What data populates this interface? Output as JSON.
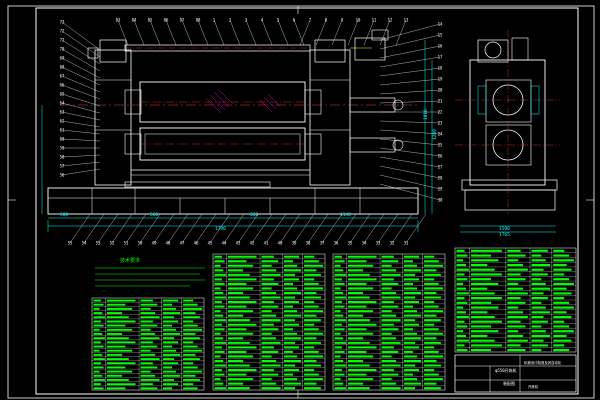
{
  "drawing": {
    "colors": {
      "background": "#000000",
      "frame": "#ffffff",
      "primary_lines": "#ffffff",
      "dimension_lines": "#00ffff",
      "table_text": "#00ff00",
      "leader_lines": "#ffffff",
      "hatch": "#ff00ff",
      "centerline": "#ff3333",
      "accent_yellow": "#ffff00"
    },
    "labels": {
      "notes_heading": "技术要求",
      "dim_overall_width": "1790",
      "dim_right_1": "1010",
      "dim_right_2": "1200",
      "dim_base_left": "500",
      "dim_base_mid": "560",
      "dim_mid_a": "660",
      "dim_mid_b": "1140",
      "dim_side_a": "1590",
      "dim_side_b": "1765",
      "drawing_name": "开炼机",
      "title_block_main": "φ550开炼机",
      "company": "机械设计制造及其自动化",
      "sheet_label": "装配图"
    },
    "balloons_left": [
      "73",
      "72",
      "71",
      "70",
      "69",
      "68",
      "67",
      "66",
      "65",
      "64",
      "63",
      "62",
      "61",
      "60",
      "59",
      "58",
      "57",
      "56"
    ],
    "balloons_top": [
      "83",
      "84",
      "85",
      "86",
      "87",
      "88",
      "1",
      "2",
      "3",
      "4",
      "5",
      "6",
      "7",
      "8",
      "9",
      "10",
      "11",
      "12",
      "13"
    ],
    "balloons_right": [
      "14",
      "15",
      "16",
      "17",
      "18",
      "19",
      "20",
      "21",
      "22",
      "23",
      "24",
      "25",
      "26",
      "27",
      "28",
      "29",
      "30"
    ],
    "balloons_bottom": [
      "55",
      "54",
      "53",
      "52",
      "51",
      "50",
      "49",
      "48",
      "47",
      "46",
      "45",
      "44",
      "43",
      "42",
      "41",
      "40",
      "39",
      "38",
      "37",
      "36",
      "35",
      "34",
      "33",
      "32",
      "31"
    ]
  }
}
